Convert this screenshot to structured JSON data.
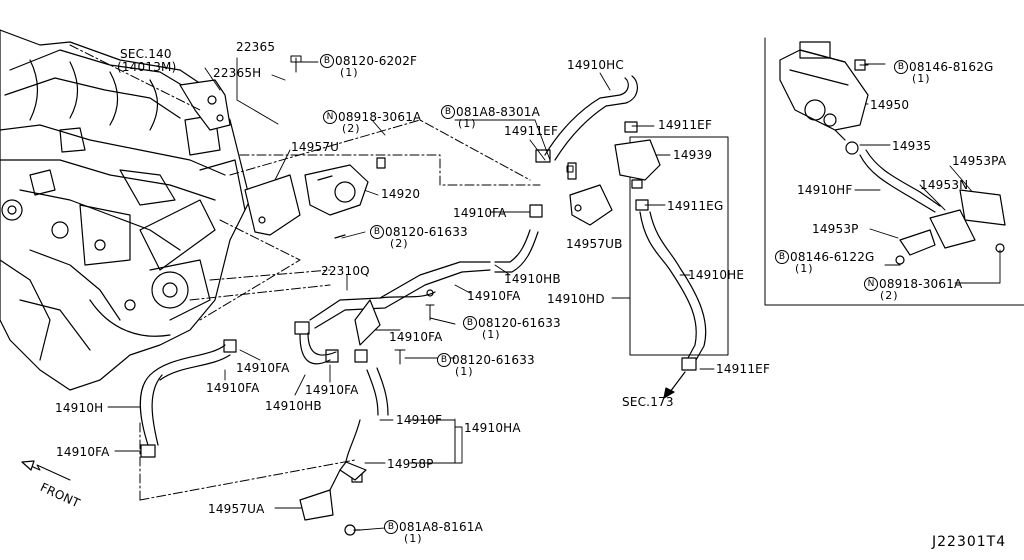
{
  "diagram_id": "J22301T4",
  "front_label": "FRONT",
  "refs": {
    "sec140": "SEC.140",
    "sec140_sub": "(14013M)",
    "sec173": "SEC.173"
  },
  "circle_letters": {
    "b": "B",
    "n": "N"
  },
  "parts": {
    "p22365": "22365",
    "p22365h": "22365H",
    "p14957u": "14957U",
    "p14920": "14920",
    "p22310q": "22310Q",
    "p14910hc": "14910HC",
    "p14911ef_top": "14911EF",
    "p14911ef_left": "14911EF",
    "p14939": "14939",
    "p14911eg": "14911EG",
    "p14910fa_mid": "14910FA",
    "p14957ub": "14957UB",
    "p14910hb_mid": "14910HB",
    "p14910fa_mid2": "14910FA",
    "p14910he": "14910HE",
    "p14910hd": "14910HD",
    "p14910fa_c": "14910FA",
    "p14910fa_l": "14910FA",
    "p14910fa_l2": "14910FA",
    "p14910fa_c2": "14910FA",
    "p14910hb_low": "14910HB",
    "p14910h": "14910H",
    "p14910fa_low": "14910FA",
    "p14910f": "14910F",
    "p14910ha": "14910HA",
    "p14958p": "14958P",
    "p14957ua": "14957UA",
    "p14911ef_bot": "14911EF",
    "p14950": "14950",
    "p14935": "14935",
    "p14953pa": "14953PA",
    "p14910hf": "14910HF",
    "p14953n": "14953N",
    "p14953p": "14953P"
  },
  "bolts": {
    "b1": {
      "code": "08120-6202F",
      "qty": "(1)"
    },
    "n1": {
      "code": "08918-3061A",
      "qty": "(2)"
    },
    "b2": {
      "code": "081A8-8301A",
      "qty": "(1)"
    },
    "b3": {
      "code": "08120-61633",
      "qty": "(2)"
    },
    "b4": {
      "code": "08120-61633",
      "qty": "(1)"
    },
    "b5": {
      "code": "08120-61633",
      "qty": "(1)"
    },
    "b6": {
      "code": "081A8-8161A",
      "qty": "(1)"
    },
    "b7": {
      "code": "08146-8162G",
      "qty": "(1)"
    },
    "b8": {
      "code": "08146-6122G",
      "qty": "(1)"
    },
    "n2": {
      "code": "08918-3061A",
      "qty": "(2)"
    }
  }
}
